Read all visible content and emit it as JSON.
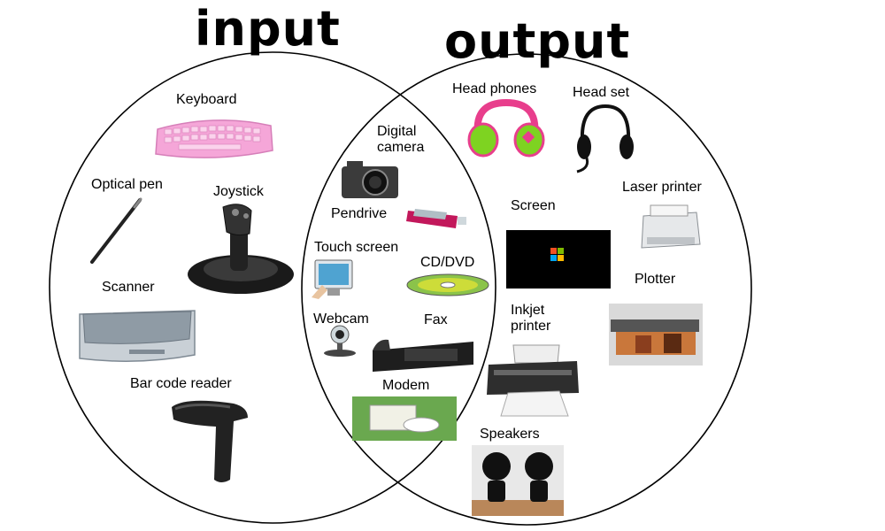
{
  "headings": {
    "input": "input",
    "output": "output"
  },
  "labels": {
    "keyboard": "Keyboard",
    "optical_pen": "Optical pen",
    "joystick": "Joystick",
    "scanner": "Scanner",
    "bar_code_reader": "Bar code reader",
    "digital_camera_line1": "Digital",
    "digital_camera_line2": "camera",
    "pendrive": "Pendrive",
    "touch_screen": "Touch screen",
    "cd_dvd": "CD/DVD",
    "webcam": "Webcam",
    "fax": "Fax",
    "modem": "Modem",
    "head_phones": "Head phones",
    "head_set": "Head set",
    "laser_printer": "Laser printer",
    "screen": "Screen",
    "plotter": "Plotter",
    "inkjet_printer_line1": "Inkjet",
    "inkjet_printer_line2": "printer",
    "speakers": "Speakers"
  },
  "colors": {
    "circle_stroke": "#000000",
    "keyboard": "#f5a6d8",
    "headphones": "#7ed321",
    "headphones_accent": "#e83e8c",
    "screen_bg": "#000000"
  }
}
